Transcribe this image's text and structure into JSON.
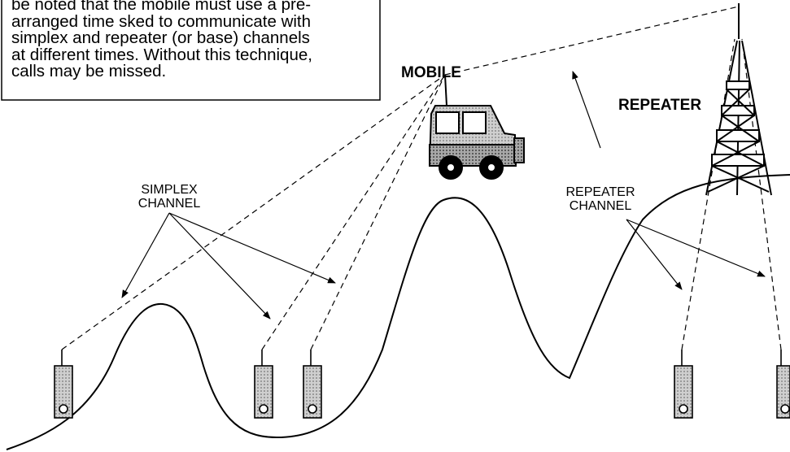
{
  "note": {
    "lines": [
      "be noted that the mobile must use a pre-",
      "arranged time sked to communicate with",
      "simplex and repeater (or base) channels",
      "at different times.  Without this technique,",
      "calls may be missed."
    ]
  },
  "labels": {
    "mobile": "MOBILE",
    "repeater": "REPEATER",
    "simplex_channel": [
      "SIMPLEX",
      "CHANNEL"
    ],
    "repeater_channel": [
      "REPEATER",
      "CHANNEL"
    ]
  },
  "icons": {
    "vehicle": "mobile-vehicle-icon",
    "tower": "repeater-tower-icon",
    "radio": "handheld-radio-icon"
  },
  "colors": {
    "line": "#000000",
    "fill_light": "#d9d9d9",
    "fill_dark": "#8c8c8c",
    "background": "#ffffff"
  }
}
